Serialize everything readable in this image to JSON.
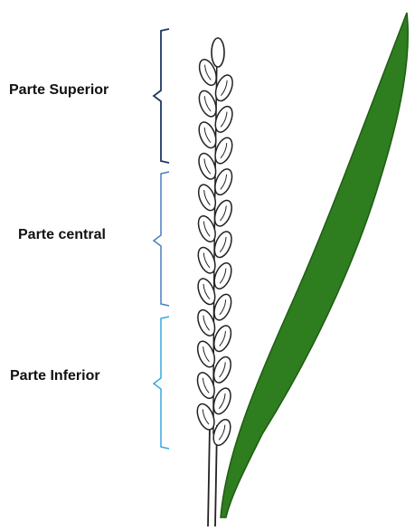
{
  "labels": {
    "upper": "Parte Superior",
    "middle": "Parte central",
    "lower": "Parte Inferior"
  },
  "colors": {
    "upper_bracket": "#1f3864",
    "middle_bracket": "#4a7fc1",
    "lower_bracket": "#36a9e1",
    "leaf": "#2e7d1f",
    "leaf_edge": "#1f5c14",
    "outline": "#222222"
  }
}
